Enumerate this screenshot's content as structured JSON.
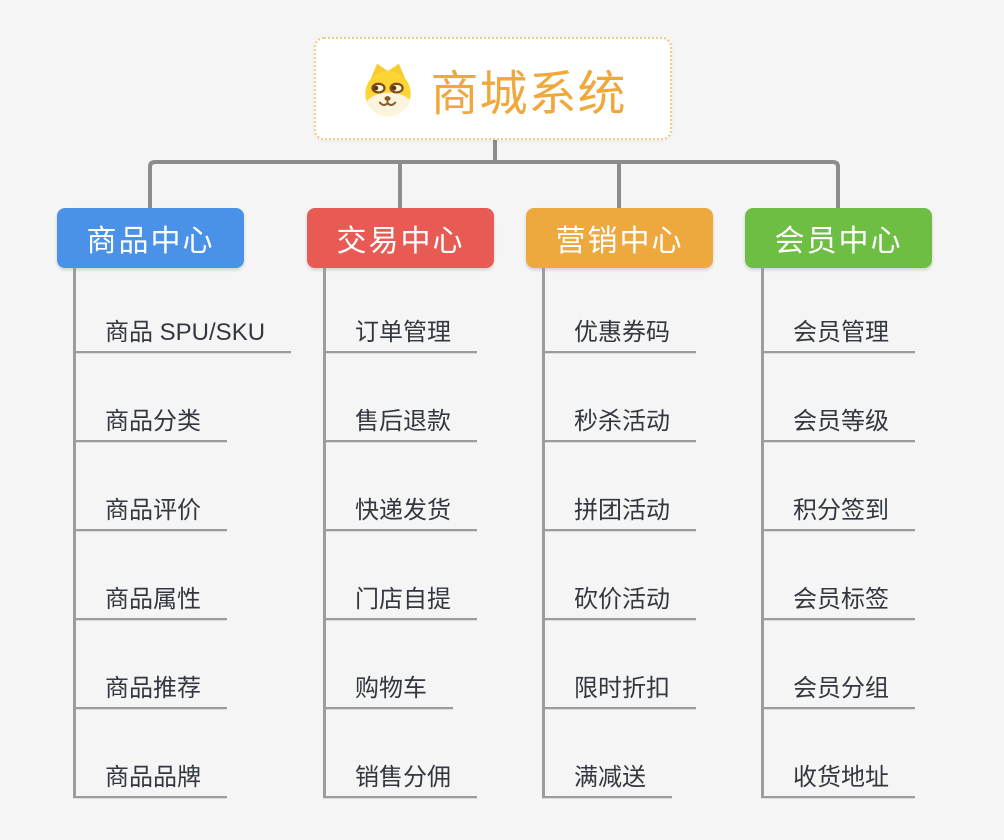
{
  "app": {
    "background": "#f5f5f5",
    "connector_color": "#8c8c8c",
    "branch_line_color": "#9c9c9c"
  },
  "root": {
    "title": "商城系统",
    "title_color": "#f0a73c",
    "border_color": "#f2c985",
    "icon": "shiba-dog-icon"
  },
  "branches": [
    {
      "id": "product-center",
      "label": "商品中心",
      "color": "#4a92e8",
      "items": [
        "商品 SPU/SKU",
        "商品分类",
        "商品评价",
        "商品属性",
        "商品推荐",
        "商品品牌"
      ]
    },
    {
      "id": "trade-center",
      "label": "交易中心",
      "color": "#e85b55",
      "items": [
        "订单管理",
        "售后退款",
        "快递发货",
        "门店自提",
        "购物车",
        "销售分佣"
      ]
    },
    {
      "id": "marketing-center",
      "label": "营销中心",
      "color": "#eda83e",
      "items": [
        "优惠券码",
        "秒杀活动",
        "拼团活动",
        "砍价活动",
        "限时折扣",
        "满减送"
      ]
    },
    {
      "id": "member-center",
      "label": "会员中心",
      "color": "#6fbe44",
      "items": [
        "会员管理",
        "会员等级",
        "积分签到",
        "会员标签",
        "会员分组",
        "收货地址"
      ]
    }
  ]
}
